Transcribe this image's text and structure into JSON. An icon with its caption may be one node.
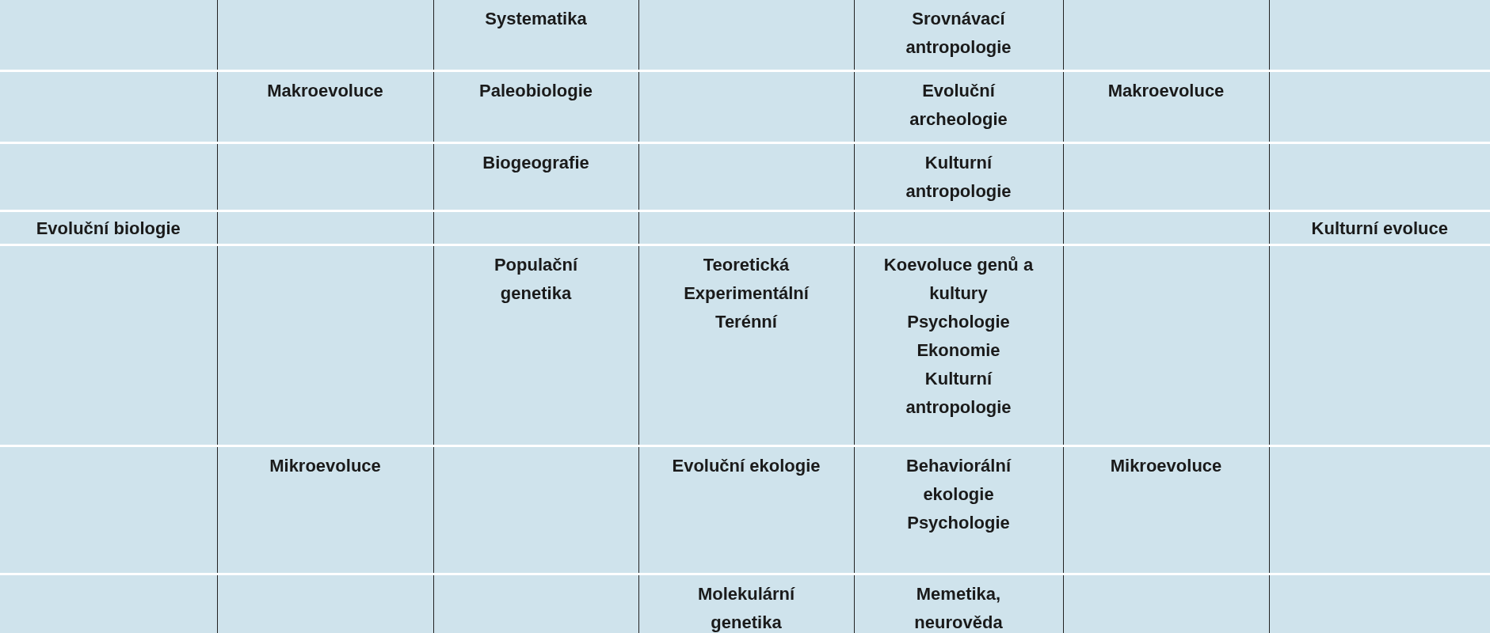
{
  "diagram": {
    "labels": [
      "Systematika",
      "Srovnávací antropologie",
      "Makroevoluce",
      "Paleobiologie",
      "Evoluční archeologie",
      "Makroevoluce",
      "Biogeografie",
      "Kulturní antropologie",
      "Evoluční biologie",
      "Kulturní evoluce",
      "Populační genetika",
      "Teoretická",
      "Experimentální",
      "Terénní",
      "Koevoluce genů a kultury",
      "Psychologie",
      "Ekonomie",
      "Kulturní antropologie",
      "Mikroevoluce",
      "Evoluční ekologie",
      "Behaviorální ekologie",
      "Psychologie",
      "Mikroevoluce",
      "Molekulární genetika",
      "Memetika, neurověda"
    ]
  }
}
